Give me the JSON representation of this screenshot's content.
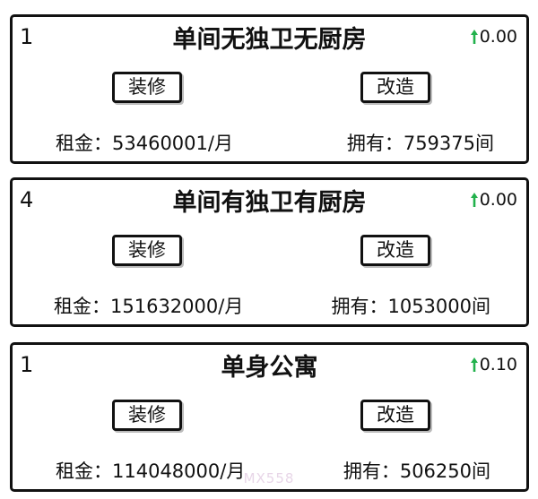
{
  "colors": {
    "border": "#111111",
    "growth_arrow": "#22b14c",
    "watermark": "#d6b4d6"
  },
  "cards": [
    {
      "level": "1",
      "name": "单间无独卫无厨房",
      "growth": "0.00",
      "renovate_label": "装修",
      "rebuild_label": "改造",
      "rent": "租金：53460001/月",
      "owned": "拥有：759375间"
    },
    {
      "level": "4",
      "name": "单间有独卫有厨房",
      "growth": "0.00",
      "renovate_label": "装修",
      "rebuild_label": "改造",
      "rent": "租金：151632000/月",
      "owned": "拥有：1053000间"
    },
    {
      "level": "1",
      "name": "单身公寓",
      "growth": "0.10",
      "renovate_label": "装修",
      "rebuild_label": "改造",
      "rent": "租金：114048000/月",
      "owned": "拥有：506250间"
    }
  ],
  "watermark": "MX558"
}
